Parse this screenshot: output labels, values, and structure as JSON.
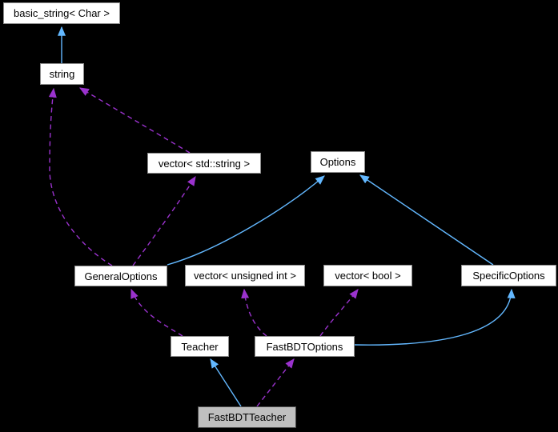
{
  "diagram": {
    "type": "class-collaboration-graph",
    "focus_class": "FastBDTTeacher",
    "nodes": [
      {
        "id": "basic_string",
        "label": "basic_string< Char >",
        "style": "normal"
      },
      {
        "id": "string",
        "label": "string",
        "style": "normal"
      },
      {
        "id": "vector_std_string",
        "label": "vector< std::string >",
        "style": "normal"
      },
      {
        "id": "options",
        "label": "Options",
        "style": "normal"
      },
      {
        "id": "general_options",
        "label": "GeneralOptions",
        "style": "normal"
      },
      {
        "id": "vector_unsigned_int",
        "label": "vector< unsigned int >",
        "style": "normal"
      },
      {
        "id": "vector_bool",
        "label": "vector< bool >",
        "style": "normal"
      },
      {
        "id": "specific_options",
        "label": "SpecificOptions",
        "style": "normal"
      },
      {
        "id": "teacher",
        "label": "Teacher",
        "style": "normal"
      },
      {
        "id": "fastbdt_options",
        "label": "FastBDTOptions",
        "style": "normal"
      },
      {
        "id": "fastbdt_teacher",
        "label": "FastBDTTeacher",
        "style": "current"
      }
    ],
    "edges": [
      {
        "from": "string",
        "to": "basic_string",
        "relation": "inheritance",
        "line": "solid"
      },
      {
        "from": "general_options",
        "to": "string",
        "relation": "usage",
        "line": "dashed"
      },
      {
        "from": "vector_std_string",
        "to": "string",
        "relation": "usage",
        "line": "dashed"
      },
      {
        "from": "general_options",
        "to": "vector_std_string",
        "relation": "usage",
        "line": "dashed"
      },
      {
        "from": "general_options",
        "to": "options",
        "relation": "inheritance",
        "line": "solid"
      },
      {
        "from": "specific_options",
        "to": "options",
        "relation": "inheritance",
        "line": "solid"
      },
      {
        "from": "teacher",
        "to": "general_options",
        "relation": "usage",
        "line": "dashed"
      },
      {
        "from": "fastbdt_options",
        "to": "vector_unsigned_int",
        "relation": "usage",
        "line": "dashed"
      },
      {
        "from": "fastbdt_options",
        "to": "vector_bool",
        "relation": "usage",
        "line": "dashed"
      },
      {
        "from": "fastbdt_options",
        "to": "specific_options",
        "relation": "inheritance",
        "line": "solid"
      },
      {
        "from": "fastbdt_teacher",
        "to": "teacher",
        "relation": "inheritance",
        "line": "solid"
      },
      {
        "from": "fastbdt_teacher",
        "to": "fastbdt_options",
        "relation": "usage",
        "line": "dashed"
      }
    ]
  },
  "colors": {
    "background": "#000000",
    "node_fill": "#FFFFFF",
    "node_border": "#8C8C8C",
    "node_text": "#000000",
    "current_fill": "#BFBFBF",
    "current_border": "#4D4D4D",
    "inheritance": "#63B8FF",
    "usage": "#9A32CD"
  }
}
